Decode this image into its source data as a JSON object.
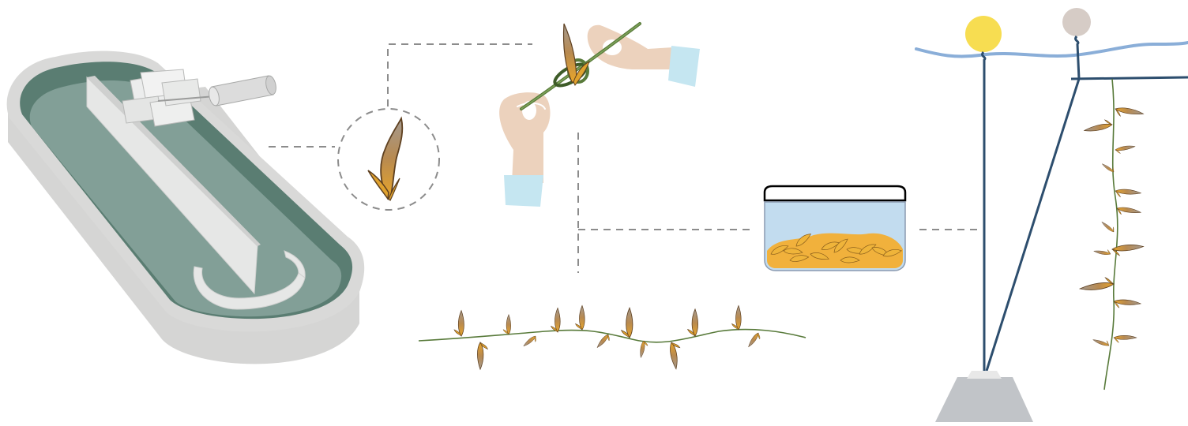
{
  "diagram": {
    "stages": [
      {
        "id": "raceway-tank",
        "label": ""
      },
      {
        "id": "seedling",
        "label": ""
      },
      {
        "id": "tying-to-rope",
        "label": ""
      },
      {
        "id": "seeded-line",
        "label": ""
      },
      {
        "id": "nursery-container",
        "label": ""
      },
      {
        "id": "longline-cultivation",
        "label": ""
      }
    ],
    "colors": {
      "tank_rim": "#d9d9d8",
      "tank_wall": "#5a7d72",
      "tank_water": "#829f97",
      "paddle": "#e6e7e6",
      "kelp_brown": "#a08b74",
      "kelp_gold": "#e0a22e",
      "kelp_outline": "#5e4020",
      "rope_green": "#587a3a",
      "skin": "#ecd2bd",
      "sleeve": "#c5e6f1",
      "water_blue": "#c2dcef",
      "sea_line": "#8aaed8",
      "mooring_line": "#2d4e6e",
      "buoy_yellow": "#f7dd51",
      "buoy_grey": "#d6ccc6",
      "anchor_grey": "#c1c4c8",
      "connector_grey": "#8c8c8c"
    }
  }
}
